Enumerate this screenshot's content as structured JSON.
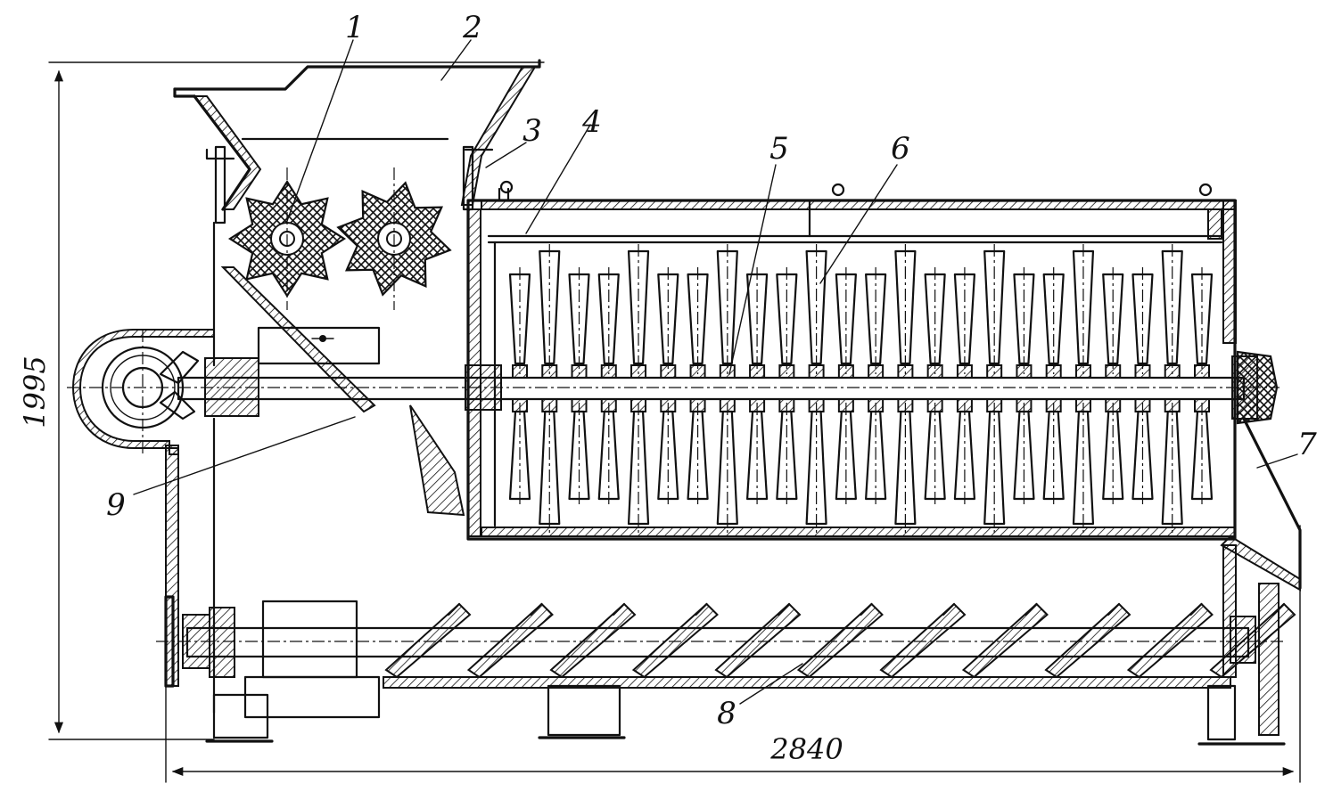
{
  "callouts": [
    "1",
    "2",
    "3",
    "4",
    "5",
    "6",
    "7",
    "8",
    "9"
  ],
  "dimensions": {
    "height": "1995",
    "length": "2840"
  },
  "beater_count": 24,
  "auger_flights": 11
}
